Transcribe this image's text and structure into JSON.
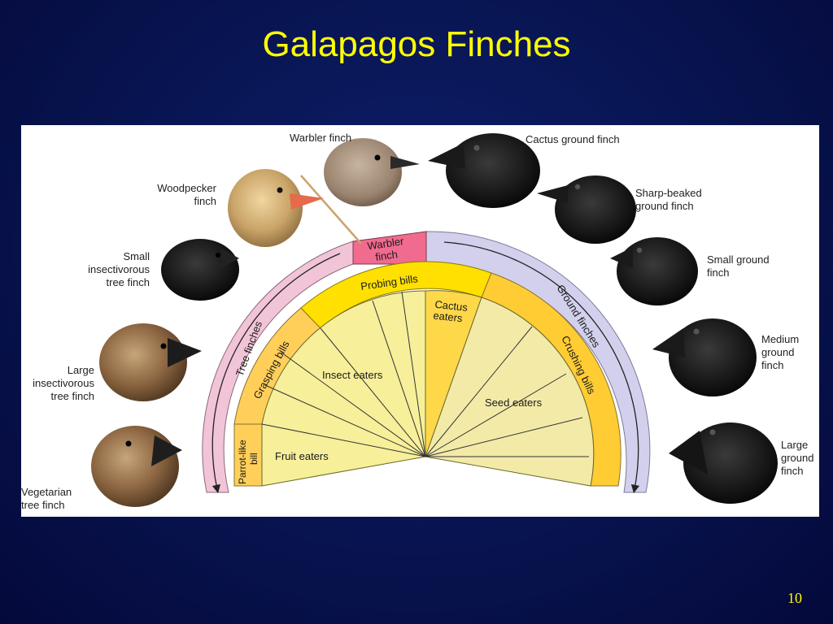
{
  "slide": {
    "title": "Galapagos Finches",
    "number": "10"
  },
  "diagram": {
    "center_top": [
      "Warbler",
      "finch"
    ],
    "left_band": "Tree finches",
    "right_band": "Ground finches",
    "bills": {
      "probing": "Probing bills",
      "grasping": "Grasping bills",
      "parrot": [
        "Parrot-like",
        "bill"
      ],
      "crushing": "Crushing bills"
    },
    "diets": {
      "insect": "Insect eaters",
      "fruit": "Fruit eaters",
      "cactus": [
        "Cactus",
        "eaters"
      ],
      "seed": "Seed eaters"
    },
    "birds_left": [
      {
        "lines": [
          "Woodpecker",
          "finch"
        ]
      },
      {
        "lines": [
          "Small",
          "insectivorous",
          "tree finch"
        ]
      },
      {
        "lines": [
          "Large",
          "insectivorous",
          "tree finch"
        ]
      },
      {
        "lines": [
          "Vegetarian",
          "tree finch"
        ]
      }
    ],
    "bird_top": "Warbler finch",
    "birds_right": [
      {
        "lines": [
          "Cactus ground finch"
        ]
      },
      {
        "lines": [
          "Sharp-beaked",
          "ground finch"
        ]
      },
      {
        "lines": [
          "Small ground",
          "finch"
        ]
      },
      {
        "lines": [
          "Medium",
          "ground",
          "finch"
        ]
      },
      {
        "lines": [
          "Large",
          "ground",
          "finch"
        ]
      }
    ],
    "colors": {
      "tree_band": "#f2c4d8",
      "ground_band": "#d2d0ec",
      "warbler_cell": "#f06b8e",
      "bill_ring": "#ffe000",
      "grasping_ring": "#ffcf5a",
      "inner_fill": "#f7ef9a",
      "cactus_cell": "#ffd84a",
      "crushing_ring": "#ffcc33"
    }
  }
}
